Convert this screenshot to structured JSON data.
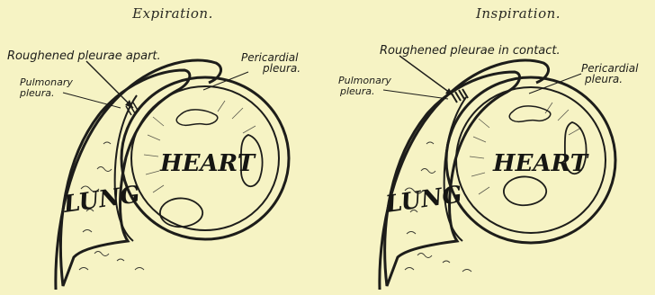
{
  "panels": [
    {
      "caption": "Expiration.",
      "labels": {
        "pleurae": "Roughened pleurae apart.",
        "pericardial_1": "Pericardial",
        "pericardial_2": "pleura.",
        "pulmonary_1": "Pulmonary",
        "pulmonary_2": "pleura.",
        "lung": "LUNG",
        "heart": "HEART"
      }
    },
    {
      "caption": "Inspiration.",
      "labels": {
        "pleurae": "Roughened pleurae in contact.",
        "pericardial_1": "Pericardial",
        "pericardial_2": "pleura.",
        "pulmonary_1": "Pulmonary",
        "pulmonary_2": "pleura.",
        "lung": "LUNG",
        "heart": "HEART"
      }
    }
  ],
  "colors": {
    "background": "#f6f3c4",
    "ink": "#1d1d1a"
  }
}
